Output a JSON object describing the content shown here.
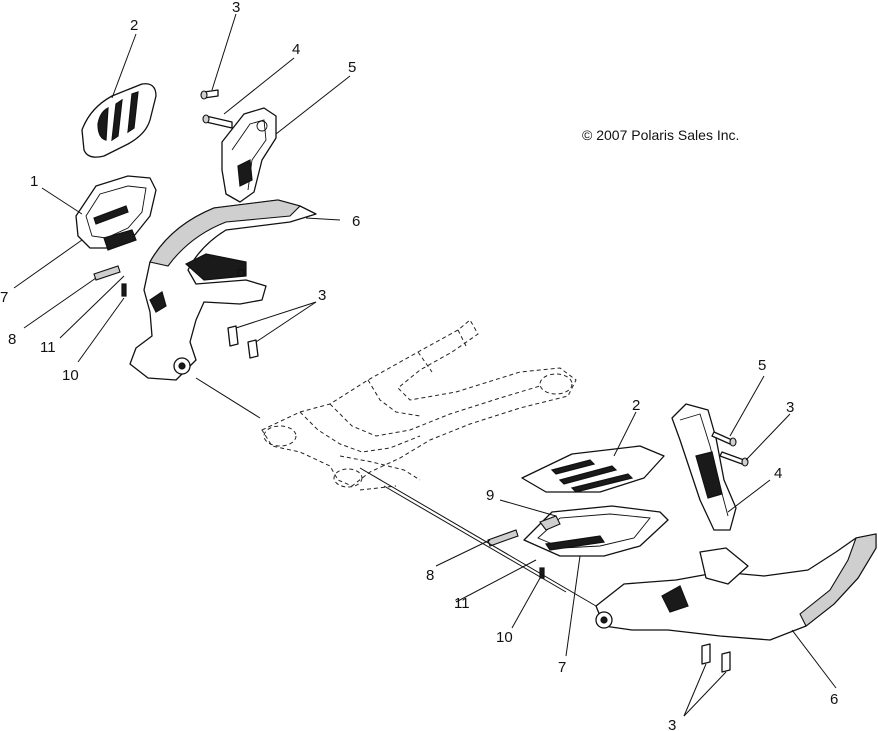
{
  "copyright": "© 2007 Polaris Sales Inc.",
  "callouts": {
    "c1": "1",
    "c2a": "2",
    "c3a": "3",
    "c4a": "4",
    "c5a": "5",
    "c6a": "6",
    "c7a": "7",
    "c8a": "8",
    "c11a": "11",
    "c10a": "10",
    "c3b": "3",
    "c5b": "5",
    "c3c": "3",
    "c2b": "2",
    "c4b": "4",
    "c9": "9",
    "c8b": "8",
    "c11b": "11",
    "c10b": "10",
    "c7b": "7",
    "c6b": "6",
    "c3d": "3"
  }
}
